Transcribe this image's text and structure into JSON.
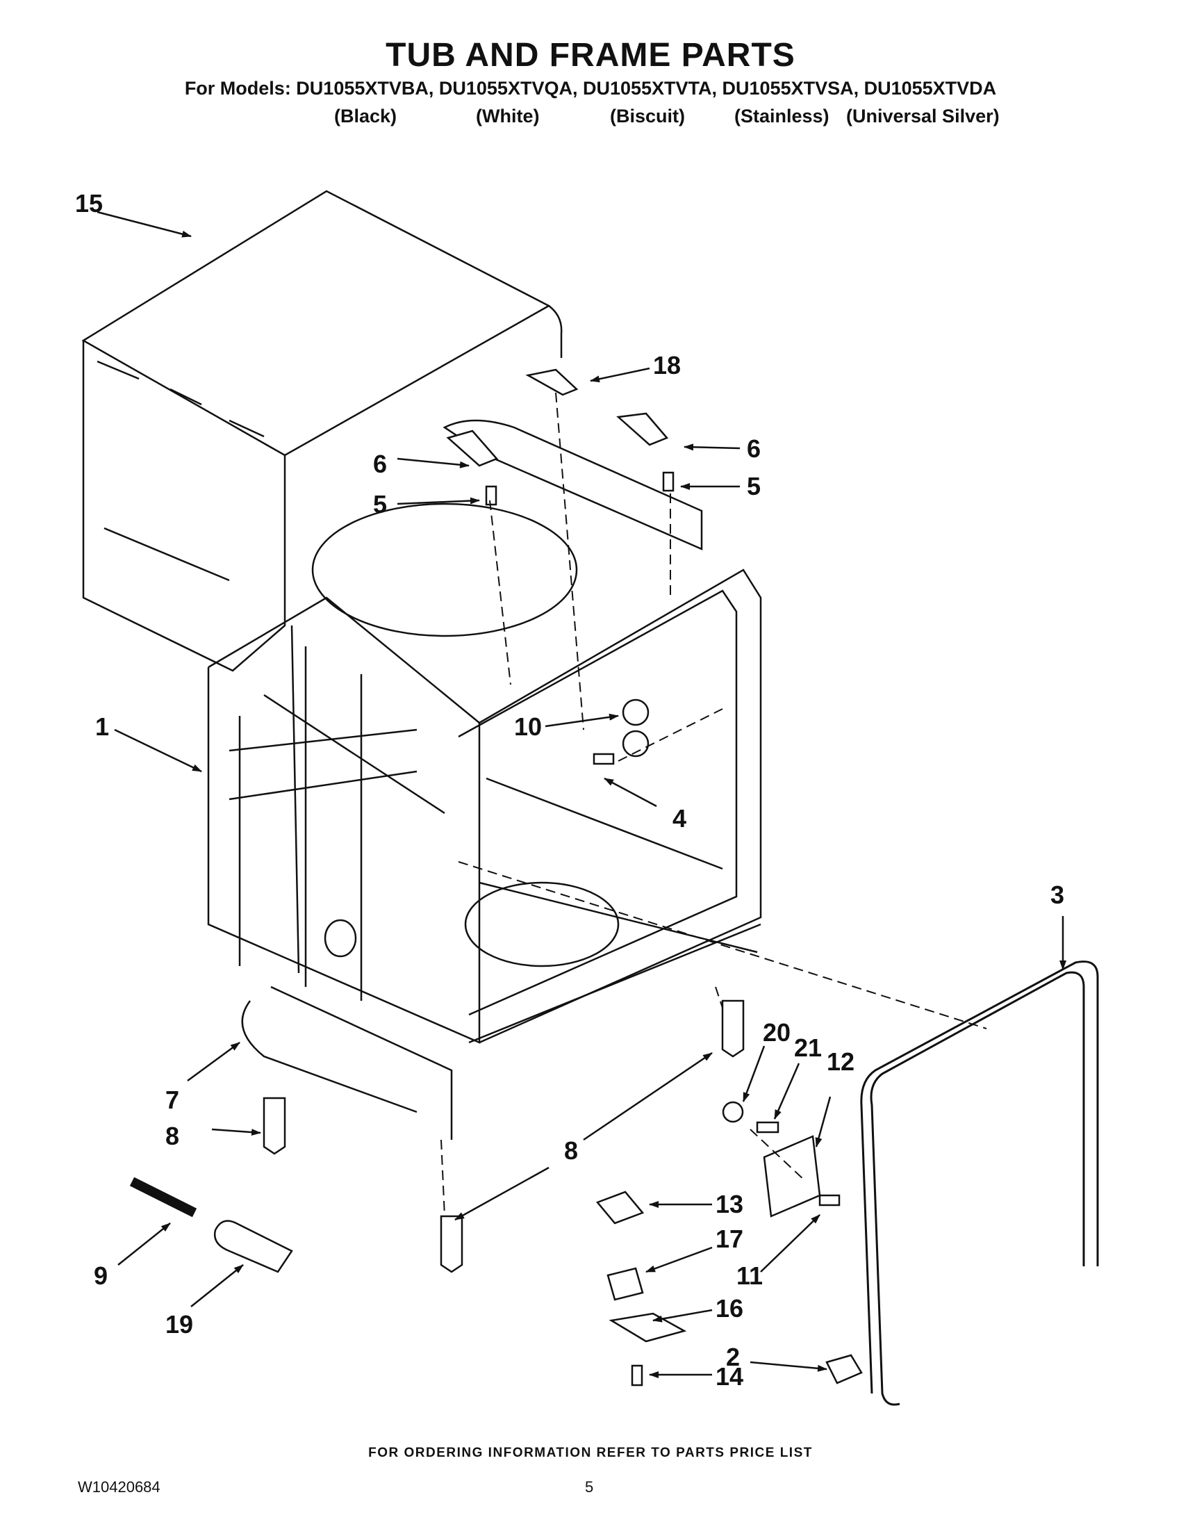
{
  "header": {
    "title": "TUB AND FRAME PARTS",
    "models_line": "For Models: DU1055XTVBA, DU1055XTVQA, DU1055XTVTA, DU1055XTVSA, DU1055XTVDA",
    "variants": [
      "(Black)",
      "(White)",
      "(Biscuit)",
      "(Stainless)",
      "(Universal Silver)"
    ]
  },
  "callouts": {
    "c1": "1",
    "c2": "2",
    "c3": "3",
    "c4": "4",
    "c5a": "5",
    "c5b": "5",
    "c6a": "6",
    "c6b": "6",
    "c7": "7",
    "c8a": "8",
    "c8b": "8",
    "c9": "9",
    "c10": "10",
    "c11": "11",
    "c12": "12",
    "c13": "13",
    "c14": "14",
    "c15": "15",
    "c16": "16",
    "c17": "17",
    "c18": "18",
    "c19": "19",
    "c20": "20",
    "c21": "21"
  },
  "footer": {
    "note": "FOR ORDERING INFORMATION REFER TO PARTS PRICE LIST",
    "doc_number": "W10420684",
    "page": "5"
  }
}
